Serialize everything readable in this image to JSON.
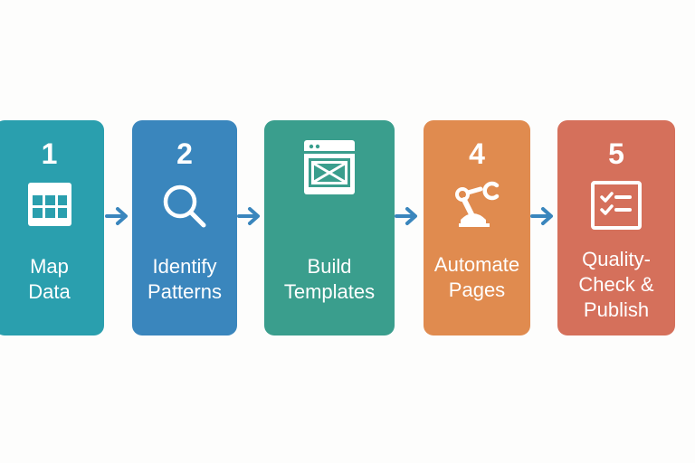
{
  "steps": [
    {
      "number": "1",
      "label_lines": [
        "Map",
        "Data"
      ],
      "icon": "table-icon",
      "color": "#2a9fae"
    },
    {
      "number": "2",
      "label_lines": [
        "Identify",
        "Patterns"
      ],
      "icon": "magnifier-icon",
      "color": "#3a86bd"
    },
    {
      "number": "",
      "label_lines": [
        "Build",
        "Templates"
      ],
      "icon": "browser-template-icon",
      "color": "#3a9e8d"
    },
    {
      "number": "4",
      "label_lines": [
        "Automate",
        "Pages"
      ],
      "icon": "robot-arm-icon",
      "color": "#e08b4f"
    },
    {
      "number": "5",
      "label_lines": [
        "Quality-",
        "Check &",
        "Publish"
      ],
      "icon": "checklist-icon",
      "color": "#d5705b"
    }
  ],
  "arrow_color": "#3a86bd"
}
